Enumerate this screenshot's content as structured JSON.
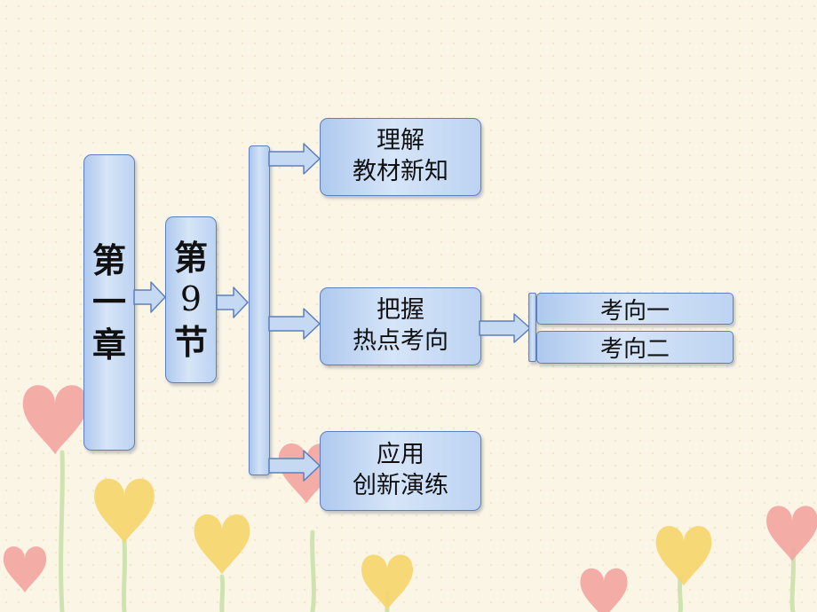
{
  "diagram": {
    "chapter": [
      "第",
      "一",
      "章"
    ],
    "section": [
      "第",
      "9",
      "节"
    ],
    "branches": [
      {
        "lines": [
          "理解",
          "教材新知"
        ]
      },
      {
        "lines": [
          "把握",
          "热点考向"
        ]
      },
      {
        "lines": [
          "应用",
          "创新演练"
        ]
      }
    ],
    "sub_items": [
      "考向一",
      "考向二"
    ]
  },
  "colors": {
    "background": "#fbf5e6",
    "box_fill": "#c4d8f3",
    "box_border": "#5e7fbb",
    "heart_pink": "#f3a4a0",
    "heart_yellow": "#f7d56a",
    "stem_green": "#cfe3b0"
  }
}
